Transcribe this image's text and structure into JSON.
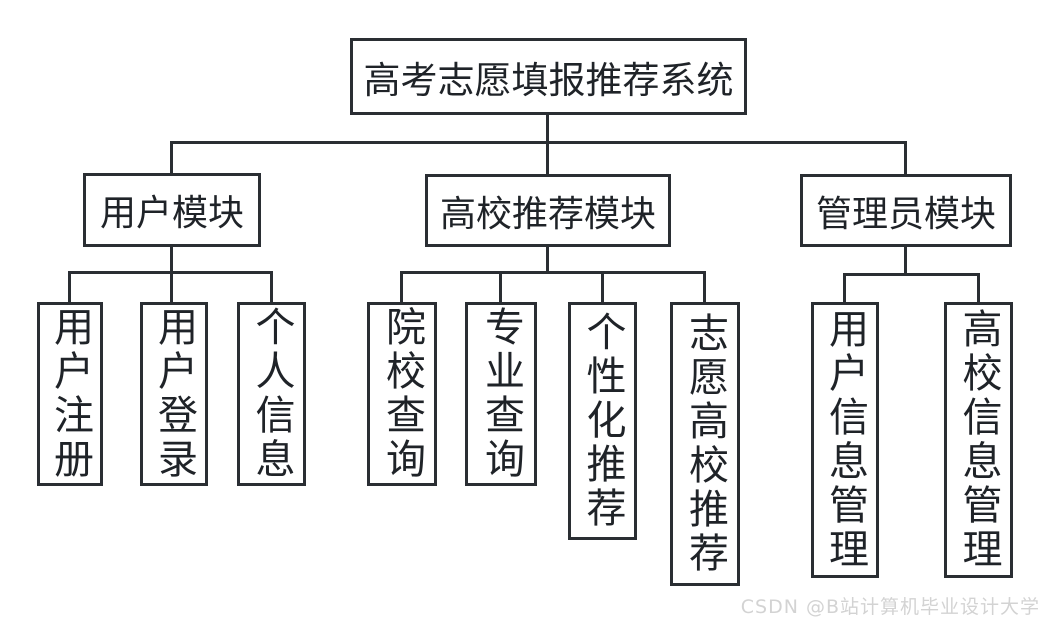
{
  "colors": {
    "line": "#2a2e33",
    "text": "#1f2328",
    "watermark": "#d3d3d3",
    "background": "#ffffff"
  },
  "diagram": {
    "root": {
      "label": "高考志愿填报推荐系统"
    },
    "branches": [
      {
        "label": "用户模块",
        "children": [
          "用户注册",
          "用户登录",
          "个人信息"
        ]
      },
      {
        "label": "高校推荐模块",
        "children": [
          "院校查询",
          "专业查询",
          "个性化推荐",
          "志愿高校推荐"
        ]
      },
      {
        "label": "管理员模块",
        "children": [
          "用户信息管理",
          "高校信息管理"
        ]
      }
    ]
  },
  "watermark": {
    "text": "CSDN @B站计算机毕业设计大学"
  }
}
